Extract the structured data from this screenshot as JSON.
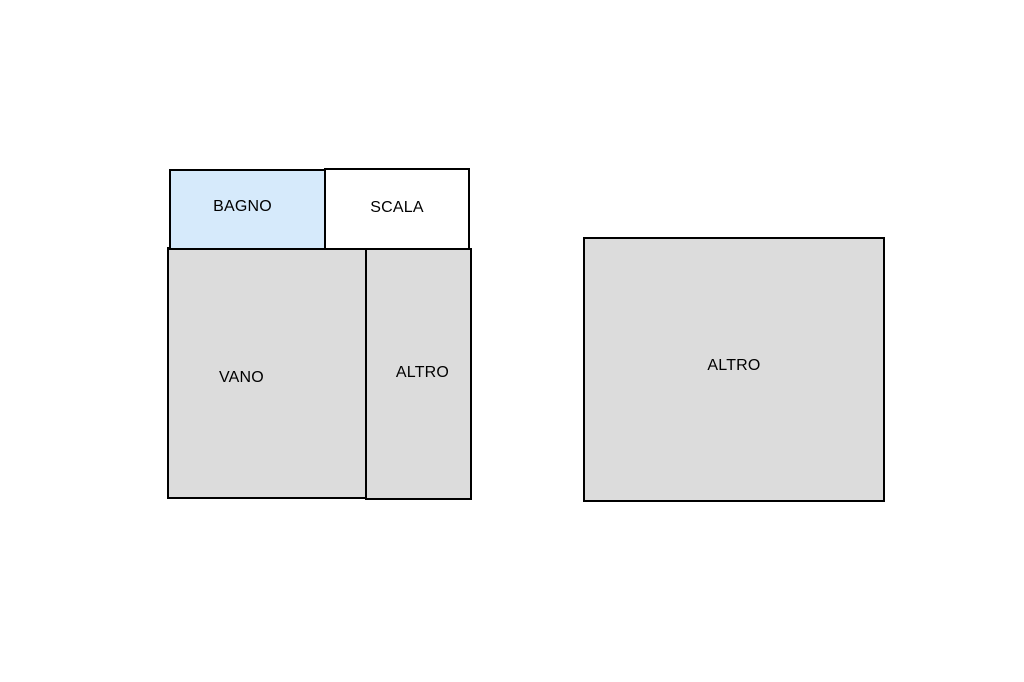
{
  "rooms": [
    {
      "id": "bagno",
      "label": "BAGNO",
      "fill": "#d6eafb"
    },
    {
      "id": "scala",
      "label": "SCALA",
      "fill": "#ffffff"
    },
    {
      "id": "vano",
      "label": "VANO",
      "fill": "#dcdcdc"
    },
    {
      "id": "altro-1",
      "label": "ALTRO",
      "fill": "#dcdcdc"
    },
    {
      "id": "altro-2",
      "label": "ALTRO",
      "fill": "#dcdcdc"
    }
  ]
}
